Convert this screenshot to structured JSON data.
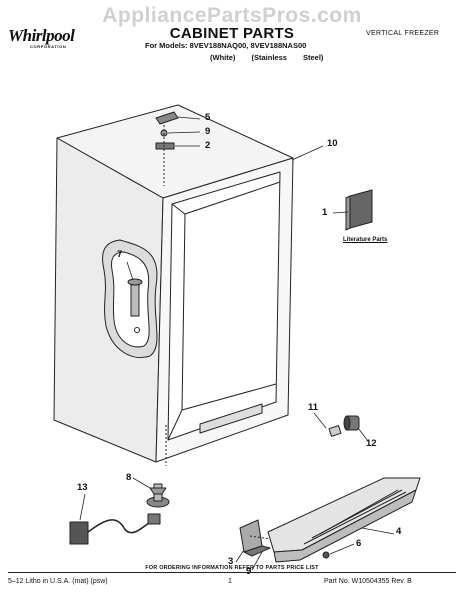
{
  "watermark": "AppliancePartsPros.com",
  "brand": {
    "name": "Whirlpool",
    "sub": "CORPORATION"
  },
  "header": {
    "title": "CABINET PARTS",
    "models": "For Models: 8VEV188NAQ00, 8VEV188NAS00",
    "variants": "(White)  (Stainless Steel)",
    "category": "VERTICAL FREEZER"
  },
  "callouts": {
    "c1": "1",
    "c2": "2",
    "c3": "3",
    "c4": "4",
    "c5": "5",
    "c6": "6",
    "c7": "7",
    "c8": "8",
    "c9a": "9",
    "c9b": "9",
    "c10": "10",
    "c11": "11",
    "c12": "12",
    "c13": "13"
  },
  "literature_label": "Literature Parts",
  "order_note": "FOR ORDERING INFORMATION REFER TO PARTS PRICE LIST",
  "footer": {
    "left": "5–12 Litho in U.S.A. (mat) (psw)",
    "center": "1",
    "right": "Part No. W10504355 Rev. B"
  }
}
